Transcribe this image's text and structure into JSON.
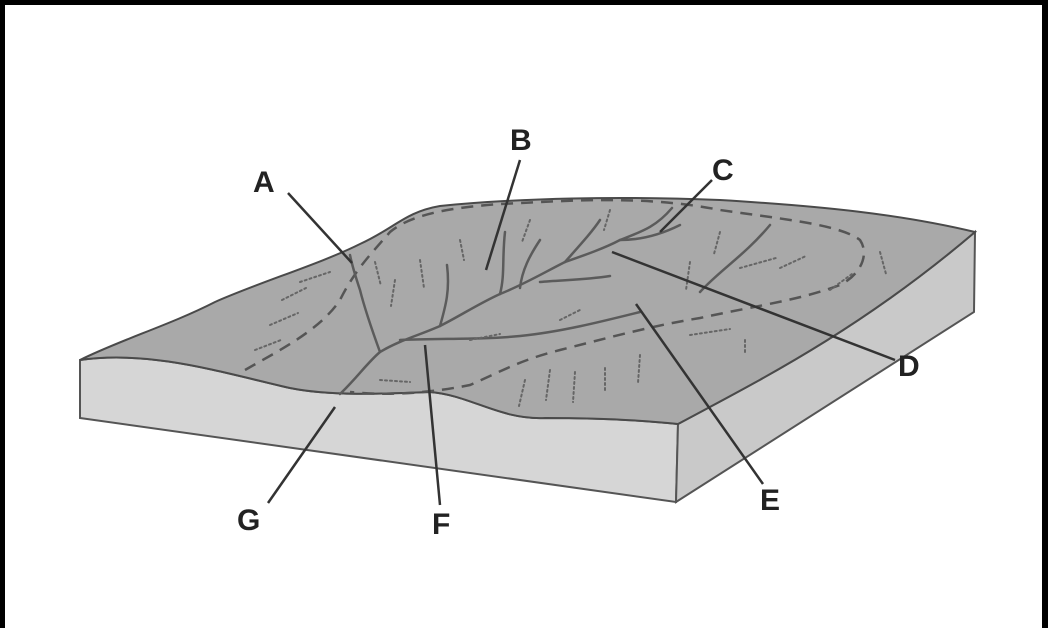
{
  "diagram": {
    "labels": {
      "A": "A",
      "B": "B",
      "C": "C",
      "D": "D",
      "E": "E",
      "F": "F",
      "G": "G"
    },
    "colors": {
      "top_surface": "#a9a9a9",
      "side_face": "#d6d6d6",
      "right_face": "#c9c9c9",
      "stream": "#5b5b5b",
      "divide": "#555555",
      "leader": "#333333",
      "label": "#222222"
    }
  }
}
